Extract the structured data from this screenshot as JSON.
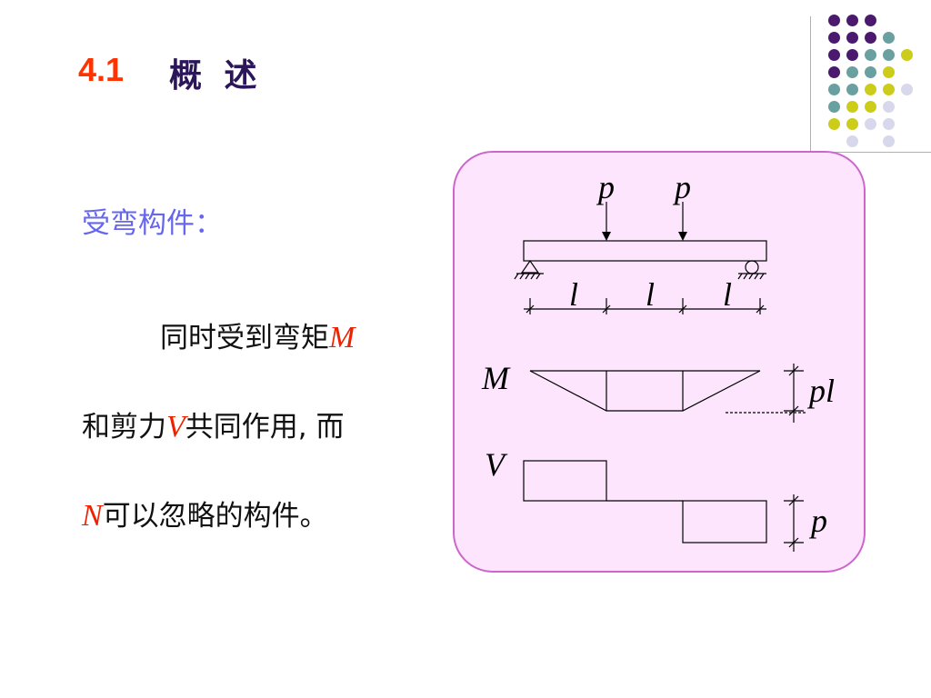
{
  "slide": {
    "title_number": "4.1",
    "title_text": "概 述",
    "subtitle": "受弯构件：",
    "body": {
      "line1_text": "同时受到弯矩",
      "line1_sym": "M",
      "line2_pre": "和剪力",
      "line2_sym": "V",
      "line2_post": "共同作用, 而",
      "line3_sym": "N",
      "line3_post": "可以忽略的构件。"
    }
  },
  "diagram": {
    "load_left": "p",
    "load_right": "p",
    "span_1": "l",
    "span_2": "l",
    "span_3": "l",
    "moment_label": "M",
    "moment_value": "pl",
    "shear_label": "V",
    "shear_value": "p"
  },
  "colors": {
    "title_number": "#ff3300",
    "title_text": "#2a1659",
    "subtitle": "#6666ee",
    "symbol": "#ee2200",
    "panel_fill": "#fde6fd",
    "panel_border": "#cc66cc",
    "dot_purple": "#4b1a6e",
    "dot_teal": "#6aa0a0",
    "dot_yellow": "#cccc1a",
    "dot_lilac": "#d8d8ec"
  }
}
